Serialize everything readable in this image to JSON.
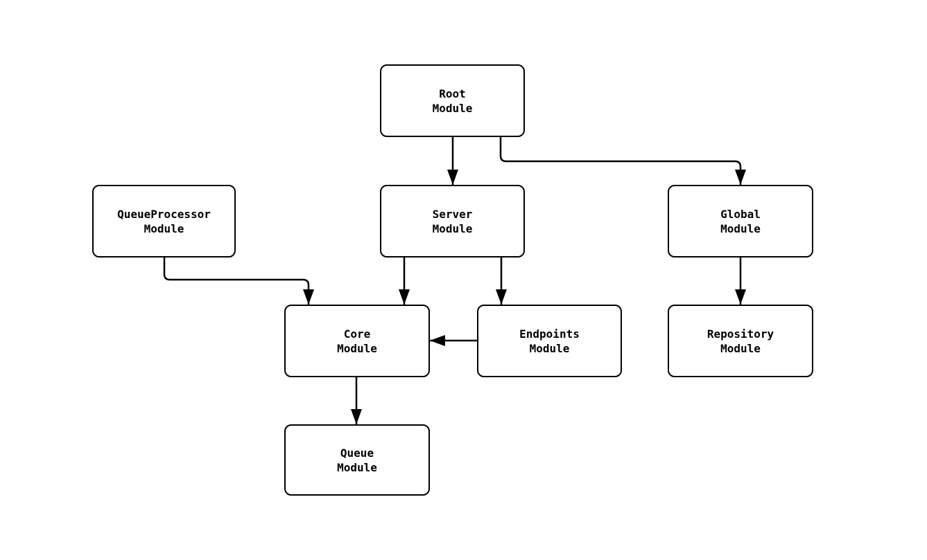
{
  "diagram": {
    "type": "module-dependency-flowchart",
    "background_color": "#ffffff",
    "node_fill_color": "#ffffff",
    "stroke_color": "#000000",
    "nodes": [
      {
        "id": "root-module",
        "line1": "Root",
        "line2": "Module"
      },
      {
        "id": "queueprocessor-module",
        "line1": "QueueProcessor",
        "line2": "Module"
      },
      {
        "id": "server-module",
        "line1": "Server",
        "line2": "Module"
      },
      {
        "id": "global-module",
        "line1": "Global",
        "line2": "Module"
      },
      {
        "id": "core-module",
        "line1": "Core",
        "line2": "Module"
      },
      {
        "id": "endpoints-module",
        "line1": "Endpoints",
        "line2": "Module"
      },
      {
        "id": "repository-module",
        "line1": "Repository",
        "line2": "Module"
      },
      {
        "id": "queue-module",
        "line1": "Queue",
        "line2": "Module"
      }
    ],
    "edges": [
      {
        "from": "Root Module",
        "to": "Server Module"
      },
      {
        "from": "Root Module",
        "to": "Global Module"
      },
      {
        "from": "QueueProcessor Module",
        "to": "Core Module"
      },
      {
        "from": "Server Module",
        "to": "Core Module"
      },
      {
        "from": "Server Module",
        "to": "Endpoints Module"
      },
      {
        "from": "Endpoints Module",
        "to": "Core Module"
      },
      {
        "from": "Global Module",
        "to": "Repository Module"
      },
      {
        "from": "Core Module",
        "to": "Queue Module"
      }
    ]
  }
}
